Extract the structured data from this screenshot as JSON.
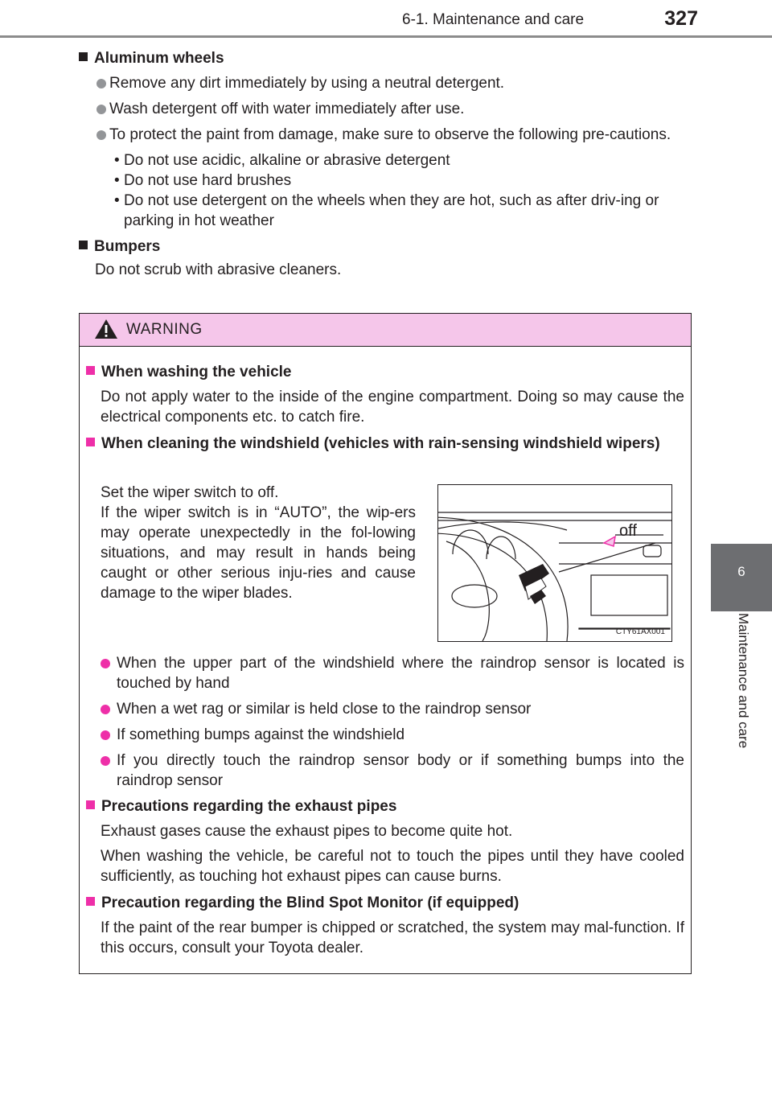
{
  "header": {
    "section": "6-1. Maintenance and care",
    "page_number": "327"
  },
  "side_tab": {
    "number": "6",
    "label": "Maintenance and care"
  },
  "aluminum": {
    "title": "Aluminum wheels",
    "bullets": [
      "Remove any dirt immediately by using a neutral detergent.",
      "Wash detergent off with water immediately after use.",
      "To protect the paint from damage, make sure to observe the following pre-cautions."
    ],
    "subs": [
      "Do not use acidic, alkaline or abrasive detergent",
      "Do not use hard brushes",
      "Do not use detergent on the wheels when they are hot, such as after driv-ing or parking in hot weather"
    ]
  },
  "bumpers": {
    "title": "Bumpers",
    "text": "Do not scrub with abrasive cleaners."
  },
  "warning": {
    "label": "WARNING",
    "washing": {
      "title": "When washing the vehicle",
      "text": "Do not apply water to the inside of the engine compartment. Doing so may cause the electrical components etc. to catch fire."
    },
    "windshield": {
      "title": "When cleaning the windshield (vehicles with rain-sensing windshield wipers)",
      "text": "Set the wiper switch to off.\nIf the wiper switch is in “AUTO”, the wip-ers may operate unexpectedly in the fol-lowing situations, and may result in hands being caught or other serious inju-ries and cause damage to the wiper blades.",
      "figure_label": "off",
      "figure_code": "CTY61AX001",
      "bullets": [
        "When the upper part of the windshield where the raindrop sensor is located is touched by hand",
        "When a wet rag or similar is held close to the raindrop sensor",
        "If something bumps against the windshield",
        "If you directly touch the raindrop sensor body or if something bumps into the raindrop sensor"
      ]
    },
    "exhaust": {
      "title": "Precautions regarding the exhaust pipes",
      "p1": "Exhaust gases cause the exhaust pipes to become quite hot.",
      "p2": "When washing the vehicle, be careful not to touch the pipes until they have cooled sufficiently, as touching hot exhaust pipes can cause burns."
    },
    "bsm": {
      "title": "Precaution regarding the Blind Spot Monitor (if equipped)",
      "text": "If the paint of the rear bumper is chipped or scratched, the system may mal-function. If this occurs, consult your Toyota dealer."
    }
  },
  "colors": {
    "accent": "#ee2fa8",
    "warning_bg": "#f5c6ea",
    "tab": "#6d6e71"
  }
}
